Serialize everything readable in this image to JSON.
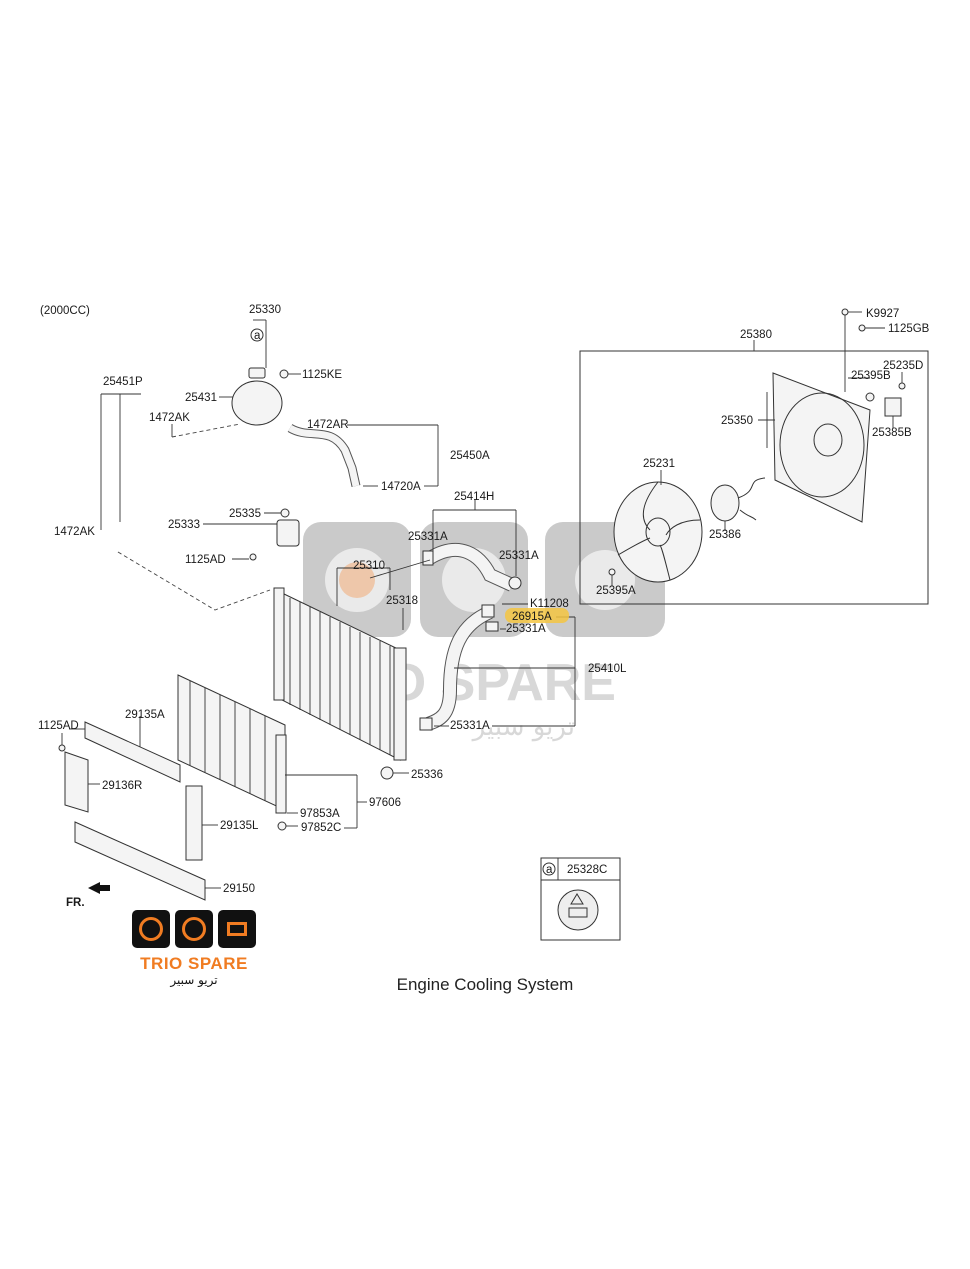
{
  "engine_variant": "(2000CC)",
  "caption": "Engine Cooling System",
  "front_indicator": "FR.",
  "highlight_color": "#f5c542",
  "highlighted_part": "26915A",
  "callout_box": {
    "marker": "a",
    "part": "25328C"
  },
  "cap_marker": "a",
  "brand": {
    "name": "TRIO SPARE",
    "arabic": "تريو سبير",
    "accent": "#f07c22"
  },
  "watermark": {
    "text": "TRIO SPARE",
    "arabic": "تريو سبير"
  },
  "labels": {
    "25330": "25330",
    "1125KE": "1125KE",
    "25451P": "25451P",
    "25431": "25431",
    "1472AK_top": "1472AK",
    "1472AR": "1472AR",
    "25450A": "25450A",
    "14720A": "14720A",
    "25414H": "25414H",
    "1472AK_left": "1472AK",
    "25335": "25335",
    "25333": "25333",
    "25331A_1": "25331A",
    "25331A_2": "25331A",
    "1125AD_top": "1125AD",
    "25310": "25310",
    "25318": "25318",
    "K11208": "K11208",
    "26915A": "26915A",
    "25331A_3": "25331A",
    "25410L": "25410L",
    "25331A_4": "25331A",
    "25336": "25336",
    "1125AD_left": "1125AD",
    "29135A": "29135A",
    "29136R": "29136R",
    "97606": "97606",
    "97853A": "97853A",
    "29135L": "29135L",
    "97852C": "97852C",
    "29150": "29150",
    "25380": "25380",
    "K9927": "K9927",
    "1125GB": "1125GB",
    "25235D": "25235D",
    "25395B": "25395B",
    "25350": "25350",
    "25385B": "25385B",
    "25231": "25231",
    "25386": "25386",
    "25395A": "25395A"
  }
}
